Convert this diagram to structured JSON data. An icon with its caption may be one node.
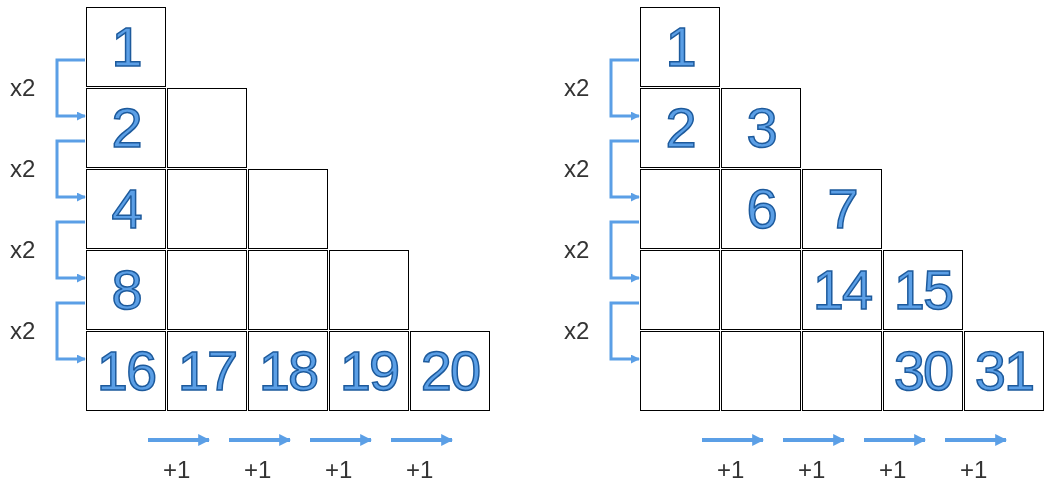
{
  "diagram": {
    "nodes": [
      {
        "text": [
          "1"
        ]
      },
      {
        "text": [
          "2"
        ]
      },
      {
        "text": [],
        "shape": "box"
      },
      {
        "text": [
          "4"
        ]
      },
      {
        "text": [],
        "shape": "box"
      },
      {
        "text": [],
        "shape": "box"
      },
      {
        "text": [
          "8"
        ]
      },
      {
        "text": [],
        "shape": "box"
      },
      {
        "text": [],
        "shape": "box"
      },
      {
        "text": [],
        "shape": "box"
      },
      {
        "text": [
          "16"
        ]
      },
      {
        "text": [
          "17"
        ]
      },
      {
        "text": [
          "18"
        ]
      },
      {
        "text": [
          "19"
        ]
      },
      {
        "text": [
          "20"
        ]
      },
      {
        "text": [
          "1"
        ]
      },
      {
        "text": [
          "2"
        ]
      },
      {
        "text": [
          "3"
        ]
      },
      {
        "text": [],
        "shape": "box"
      },
      {
        "text": [
          "6"
        ]
      },
      {
        "text": [
          "7"
        ]
      },
      {
        "text": [],
        "shape": "box"
      },
      {
        "text": [],
        "shape": "box"
      },
      {
        "text": [
          "14"
        ]
      },
      {
        "text": [
          "15"
        ]
      },
      {
        "text": [],
        "shape": "box"
      },
      {
        "text": [],
        "shape": "box"
      },
      {
        "text": [],
        "shape": "box"
      },
      {
        "text": [
          "30"
        ]
      },
      {
        "text": [
          "31"
        ]
      }
    ],
    "edges": [
      {
        "from": 0,
        "to": 1,
        "arrow": "to",
        "label": "x2"
      },
      {
        "from": 1,
        "to": 3,
        "arrow": "to",
        "label": "x2"
      },
      {
        "from": 3,
        "to": 6,
        "arrow": "to",
        "label": "x2"
      },
      {
        "from": 6,
        "to": 10,
        "arrow": "to",
        "label": "x2"
      },
      {
        "from": 15,
        "to": 16,
        "arrow": "to",
        "label": "x2"
      },
      {
        "from": 16,
        "to": 18,
        "arrow": "to",
        "label": "x2"
      },
      {
        "from": 18,
        "to": 21,
        "arrow": "to",
        "label": "x2"
      },
      {
        "from": 21,
        "to": 25,
        "arrow": "to",
        "label": "x2"
      }
    ],
    "labels": [
      "+1",
      "+1",
      "+1",
      "+1",
      "+1",
      "+1",
      "+1",
      "+1"
    ]
  }
}
